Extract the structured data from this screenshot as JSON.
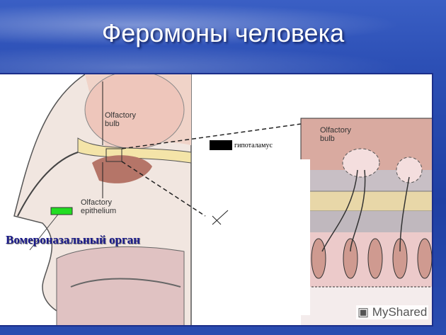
{
  "slide": {
    "title": "Феромоны человека"
  },
  "diagram": {
    "labels": {
      "olfactory_bulb_left": "Olfactory\nbulb",
      "olfactory_epithelium": "Olfactory\nepithelium",
      "olfactory_bulb_right": "Olfactory\nbulb",
      "hypothalamus": "гипоталамус",
      "vomeronasal_organ": "Вомероназальный орган"
    },
    "colors": {
      "marker_hypothalamus": "#000000",
      "marker_vno": "#22dd22",
      "title_text": "#1a1a8a"
    }
  },
  "watermark": {
    "text": "MyShared"
  }
}
